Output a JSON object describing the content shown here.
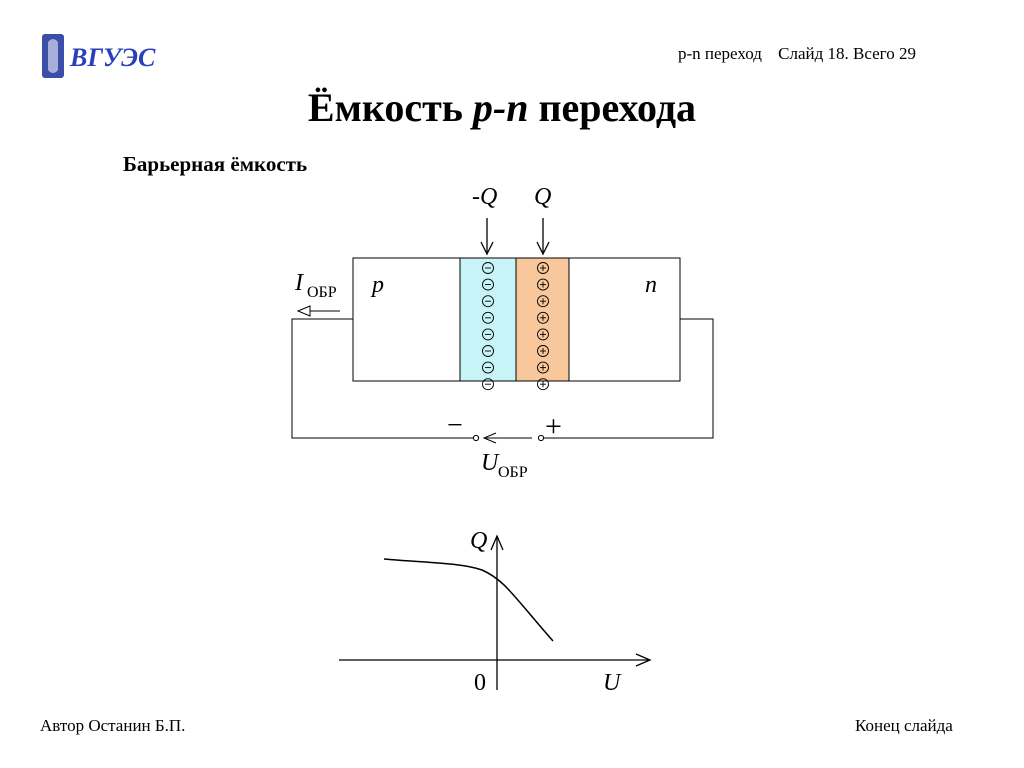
{
  "header": {
    "logo_text": "ВГУЭС",
    "topic": "p-n переход",
    "slide_label": "Слайд 18. Всего 29"
  },
  "title": {
    "prefix": "Ёмкость ",
    "italic": "p-n",
    "suffix": " перехода"
  },
  "subtitle": "Барьерная ёмкость",
  "circuit": {
    "charge_neg_label": "-Q",
    "charge_pos_label": "Q",
    "current_label": "I",
    "current_subscript": "ОБР",
    "region_p": "p",
    "region_n": "n",
    "terminal_minus": "−",
    "terminal_plus": "+",
    "voltage_label": "U",
    "voltage_subscript": "ОБР",
    "negative_charge_count": 8,
    "positive_charge_count": 8,
    "colors": {
      "depletion_negative": "#c8f4f8",
      "depletion_positive": "#f8c89c"
    }
  },
  "graph": {
    "y_axis_label": "Q",
    "x_axis_label": "U",
    "origin_label": "0"
  },
  "footer": {
    "author": "Автор Останин Б.П.",
    "end_link": "Конец слайда"
  }
}
